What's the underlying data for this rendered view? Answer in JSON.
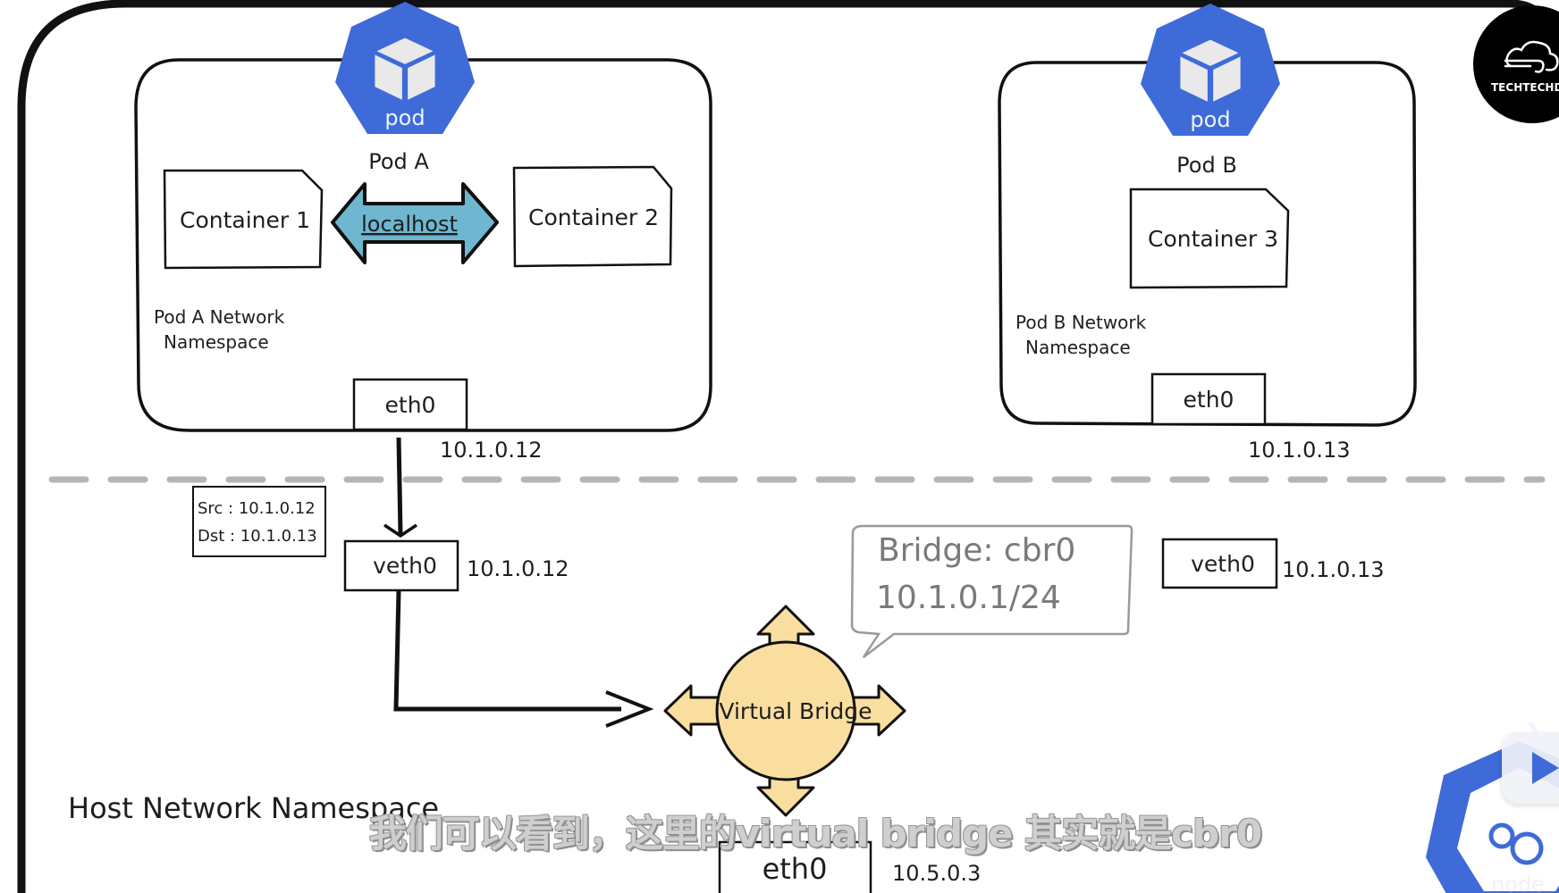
{
  "colors": {
    "pod_blue": "#3f6bd8",
    "localhost_arrow": "#6fb6d0",
    "bridge_fill": "#f9dea0",
    "stroke": "#111111",
    "dashed_line": "#b5b5b5"
  },
  "pod_a": {
    "icon_label": "pod",
    "name": "Pod A",
    "containers": [
      "Container 1",
      "Container 2"
    ],
    "link_label": "localhost",
    "namespace_line1": "Pod A Network",
    "namespace_line2": "Namespace",
    "iface": "eth0",
    "ip": "10.1.0.12"
  },
  "pod_b": {
    "icon_label": "pod",
    "name": "Pod B",
    "containers": [
      "Container 3"
    ],
    "namespace_line1": "Pod B Network",
    "namespace_line2": "Namespace",
    "iface": "eth0",
    "ip": "10.1.0.13"
  },
  "packet": {
    "src": "Src : 10.1.0.12",
    "dst": "Dst : 10.1.0.13"
  },
  "host": {
    "veth_a": {
      "label": "veth0",
      "ip": "10.1.0.12"
    },
    "veth_b": {
      "label": "veth0",
      "ip": "10.1.0.13"
    },
    "bridge_callout_line1": "Bridge: cbr0",
    "bridge_callout_line2": "10.1.0.1/24",
    "bridge_label": "Virtual Bridge",
    "namespace": "Host Network Namespace",
    "iface": "eth0",
    "ip": "10.5.0.3"
  },
  "logo": {
    "text": "TECHTECHDUDE",
    "icon": "cloud-wind-icon"
  },
  "node_icon_label": "node",
  "subtitle": "我们可以看到，这里的virtual bridge 其实就是cbr0"
}
